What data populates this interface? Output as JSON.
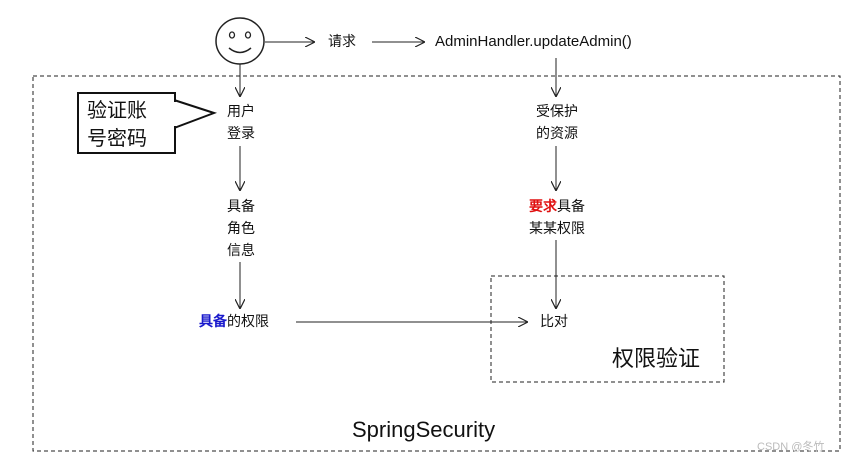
{
  "actor": {
    "icon": "smiley-face-icon"
  },
  "request_label": "请求",
  "handler_label": "AdminHandler.updateAdmin()",
  "callout": {
    "line1": "验证账",
    "line2": "号密码"
  },
  "user_login": {
    "line1": "用户",
    "line2": "登录"
  },
  "role_info": {
    "line1": "具备",
    "line2": "角色",
    "line3": "信息"
  },
  "has_permission": {
    "highlight": "具备",
    "rest": "的权限",
    "highlight_color": "#1a1acc"
  },
  "protected_resource": {
    "line1": "受保护",
    "line2": "的资源"
  },
  "require_permission": {
    "highlight": "要求",
    "rest1": "具备",
    "line2": "某某权限",
    "highlight_color": "#e01010"
  },
  "compare_label": "比对",
  "permission_check_title": "权限验证",
  "framework_label": "SpringSecurity",
  "watermark": "CSDN @冬竹"
}
